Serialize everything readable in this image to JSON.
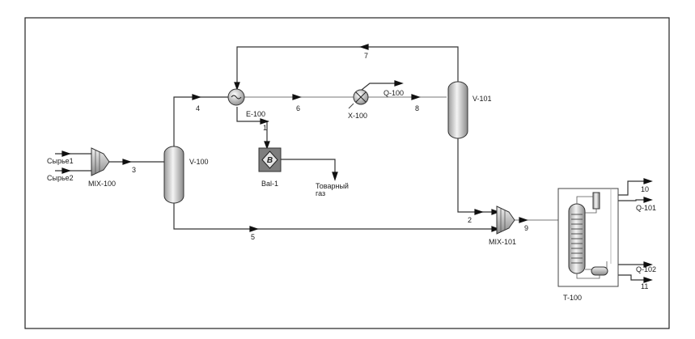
{
  "streams": {
    "feed1": "Сырье1",
    "feed2": "Сырье2",
    "s2": "2",
    "s3": "3",
    "s4": "4",
    "s5": "5",
    "s6": "6",
    "s7": "7",
    "s8": "8",
    "s9": "9",
    "s1": "1",
    "s10": "10",
    "s11": "11",
    "q100": "Q-100",
    "q101": "Q-101",
    "q102": "Q-102"
  },
  "equipment": {
    "mix100": "MIX-100",
    "mix101": "MIX-101",
    "v100": "V-100",
    "v101": "V-101",
    "e100": "E-100",
    "x100": "X-100",
    "bal1": "Bal-1",
    "bal1_symbol": "B",
    "product": "Товарный газ",
    "t100": "T-100"
  }
}
